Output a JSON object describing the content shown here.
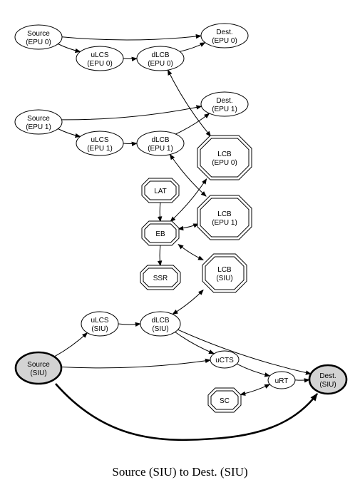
{
  "caption": "Source (SIU) to Dest. (SIU)",
  "colors": {
    "highlight_fill": "#d3d3d3",
    "stroke": "#000000",
    "background": "#ffffff"
  },
  "nodes": {
    "source_epu0": {
      "line1": "Source",
      "line2": "(EPU 0)",
      "shape": "ellipse"
    },
    "dest_epu0": {
      "line1": "Dest.",
      "line2": "(EPU 0)",
      "shape": "ellipse"
    },
    "ulcs_epu0": {
      "line1": "uLCS",
      "line2": "(EPU 0)",
      "shape": "ellipse"
    },
    "dlcb_epu0": {
      "line1": "dLCB",
      "line2": "(EPU 0)",
      "shape": "ellipse"
    },
    "source_epu1": {
      "line1": "Source",
      "line2": "(EPU 1)",
      "shape": "ellipse"
    },
    "dest_epu1": {
      "line1": "Dest.",
      "line2": "(EPU 1)",
      "shape": "ellipse"
    },
    "ulcs_epu1": {
      "line1": "uLCS",
      "line2": "(EPU 1)",
      "shape": "ellipse"
    },
    "dlcb_epu1": {
      "line1": "dLCB",
      "line2": "(EPU 1)",
      "shape": "ellipse"
    },
    "lcb_epu0": {
      "line1": "LCB",
      "line2": "(EPU 0)",
      "shape": "double-octagon"
    },
    "lcb_epu1": {
      "line1": "LCB",
      "line2": "(EPU 1)",
      "shape": "double-octagon"
    },
    "lcb_siu": {
      "line1": "LCB",
      "line2": "(SIU)",
      "shape": "double-octagon"
    },
    "lat": {
      "line1": "LAT",
      "shape": "double-octagon"
    },
    "eb": {
      "line1": "EB",
      "shape": "double-octagon"
    },
    "ssr": {
      "line1": "SSR",
      "shape": "double-octagon"
    },
    "sc": {
      "line1": "SC",
      "shape": "double-octagon"
    },
    "ulcs_siu": {
      "line1": "uLCS",
      "line2": "(SIU)",
      "shape": "ellipse"
    },
    "dlcb_siu": {
      "line1": "dLCB",
      "line2": "(SIU)",
      "shape": "ellipse"
    },
    "ucts": {
      "line1": "uCTS",
      "shape": "ellipse"
    },
    "urt": {
      "line1": "uRT",
      "shape": "ellipse"
    },
    "source_siu": {
      "line1": "Source",
      "line2": "(SIU)",
      "shape": "ellipse",
      "highlighted": true
    },
    "dest_siu": {
      "line1": "Dest.",
      "line2": "(SIU)",
      "shape": "ellipse",
      "highlighted": true
    }
  },
  "edges": [
    {
      "from": "source_epu0",
      "to": "dest_epu0",
      "dir": "forward"
    },
    {
      "from": "source_epu0",
      "to": "ulcs_epu0",
      "dir": "forward"
    },
    {
      "from": "ulcs_epu0",
      "to": "dlcb_epu0",
      "dir": "forward"
    },
    {
      "from": "dlcb_epu0",
      "to": "dest_epu0",
      "dir": "forward"
    },
    {
      "from": "dlcb_epu0",
      "to": "lcb_epu0",
      "dir": "both"
    },
    {
      "from": "source_epu1",
      "to": "dest_epu1",
      "dir": "forward"
    },
    {
      "from": "source_epu1",
      "to": "ulcs_epu1",
      "dir": "forward"
    },
    {
      "from": "ulcs_epu1",
      "to": "dlcb_epu1",
      "dir": "forward"
    },
    {
      "from": "dlcb_epu1",
      "to": "dest_epu1",
      "dir": "forward"
    },
    {
      "from": "dlcb_epu1",
      "to": "lcb_epu1",
      "dir": "both"
    },
    {
      "from": "lat",
      "to": "eb",
      "dir": "forward"
    },
    {
      "from": "eb",
      "to": "ssr",
      "dir": "forward"
    },
    {
      "from": "eb",
      "to": "lcb_epu0",
      "dir": "both"
    },
    {
      "from": "eb",
      "to": "lcb_epu1",
      "dir": "both"
    },
    {
      "from": "eb",
      "to": "lcb_siu",
      "dir": "both"
    },
    {
      "from": "source_siu",
      "to": "ulcs_siu",
      "dir": "forward"
    },
    {
      "from": "ulcs_siu",
      "to": "dlcb_siu",
      "dir": "forward"
    },
    {
      "from": "dlcb_siu",
      "to": "lcb_siu",
      "dir": "both"
    },
    {
      "from": "dlcb_siu",
      "to": "ucts",
      "dir": "forward"
    },
    {
      "from": "dlcb_siu",
      "to": "dest_siu",
      "dir": "forward"
    },
    {
      "from": "source_siu",
      "to": "ucts",
      "dir": "forward"
    },
    {
      "from": "ucts",
      "to": "urt",
      "dir": "forward"
    },
    {
      "from": "urt",
      "to": "dest_siu",
      "dir": "forward"
    },
    {
      "from": "sc",
      "to": "urt",
      "dir": "both"
    },
    {
      "from": "source_siu",
      "to": "dest_siu",
      "dir": "forward",
      "bold": true
    }
  ]
}
